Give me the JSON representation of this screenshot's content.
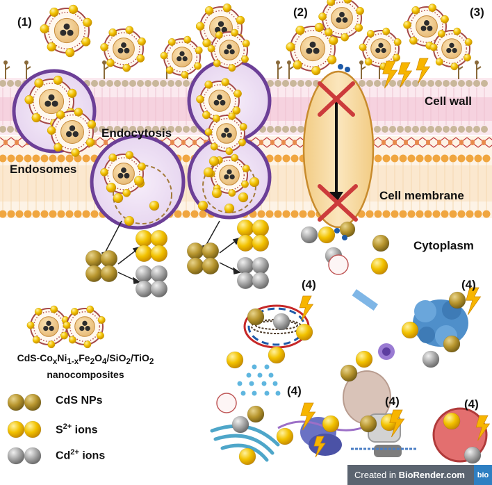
{
  "labels": {
    "step1": "(1)",
    "step2": "(2)",
    "step3": "(3)",
    "step4a": "(4)",
    "step4b": "(4)",
    "step4c": "(4)",
    "step4d": "(4)",
    "step4e": "(4)",
    "cell_wall": "Cell wall",
    "endocytosis": "Endocytosis",
    "endosomes": "Endosomes",
    "cell_membrane": "Cell membrane",
    "cytoplasm": "Cytoplasm"
  },
  "composite": {
    "line1_a": "CdS-Co",
    "line1_sub1": "x",
    "line1_b": "Ni",
    "line1_sub2": "1-x",
    "line1_c": "Fe",
    "line1_sub3": "2",
    "line1_d": "O",
    "line1_sub4": "4",
    "line1_e": "/SiO",
    "line1_sub5": "2",
    "line1_f": "/TiO",
    "line1_sub6": "2",
    "line2": "nanocomposites"
  },
  "legend": {
    "cds": "CdS NPs",
    "s_ions": "S",
    "s_sup": "2+",
    "s_tail": " ions",
    "cd_ions": "Cd",
    "cd_sup": "2+",
    "cd_tail": " ions"
  },
  "footer": {
    "created_prefix": "Created in ",
    "created_brand": "BioRender.com",
    "logo": "bio"
  },
  "colors": {
    "cds": "#b8962e",
    "s_ion": "#f2c200",
    "cd_ion": "#9a9a9a",
    "endosome": "#6c3f97",
    "membrane_pink": "#f6dbe6",
    "membrane_head": "#f0a640",
    "cell_wall": "#c9b79b",
    "lightning": "#f7b500",
    "cross": "#cc3b3b",
    "channel": "#f8deb0"
  }
}
